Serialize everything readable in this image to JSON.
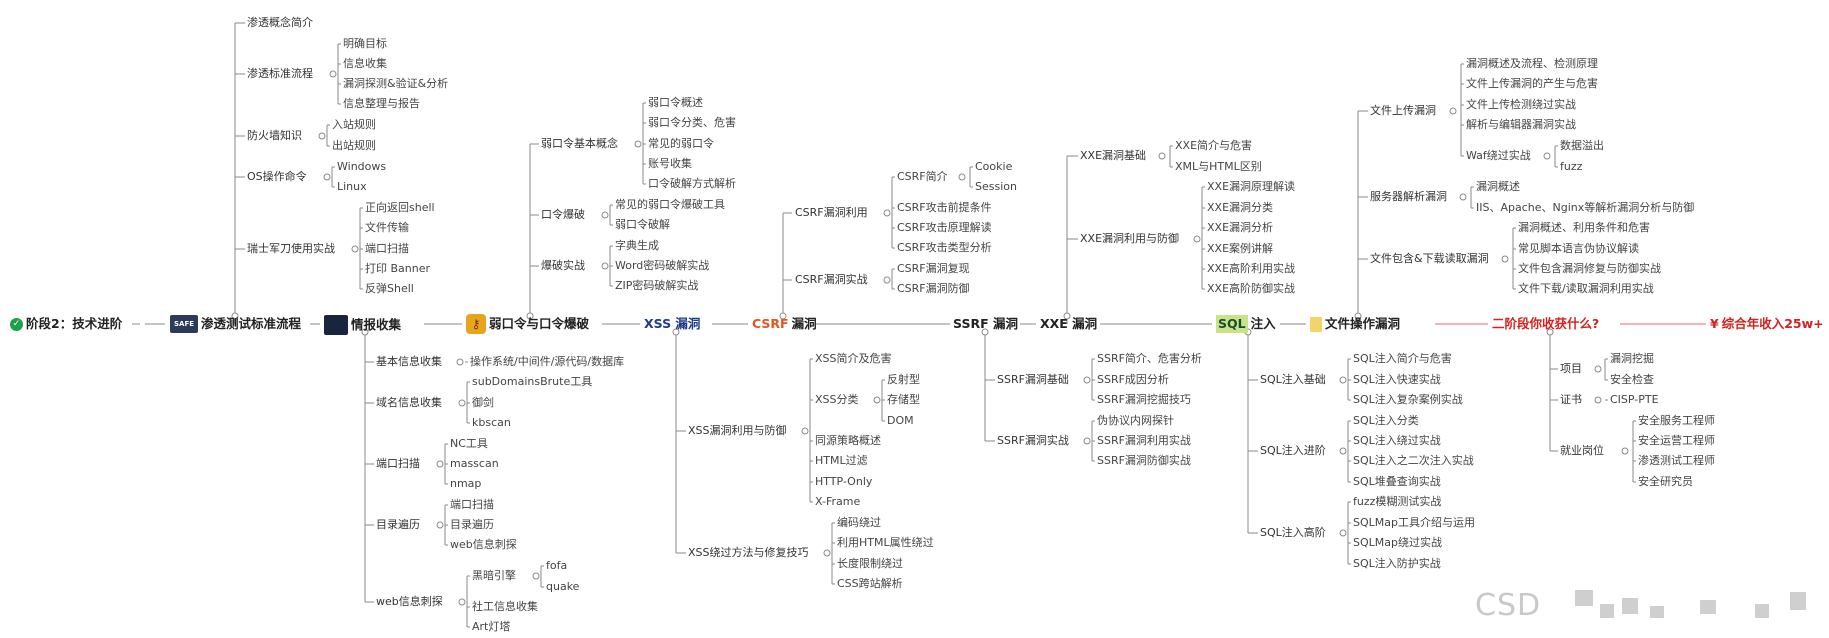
{
  "colors": {
    "link": "#8a8a8a",
    "main_text": "#222222",
    "accent_red": "#d4221e",
    "check_green": "#1aa34a"
  },
  "watermark": "CSD",
  "mindmap": {
    "root": "阶段2：技术进阶",
    "final": "综合年收入25w+",
    "modules": [
      {
        "id": "pentest",
        "label": "渗透测试标准流程",
        "icon": "safe-logo-icon",
        "icon_text": "SAFE",
        "branches": [
          {
            "label": "渗透概念简介",
            "children": []
          },
          {
            "label": "渗透标准流程",
            "children": [
              "明确目标",
              "信息收集",
              "漏洞探测&验证&分析",
              "信息整理与报告"
            ]
          },
          {
            "label": "防火墙知识",
            "children": [
              "入站规则",
              "出站规则"
            ]
          },
          {
            "label": "OS操作命令",
            "children": [
              "Windows",
              "Linux"
            ]
          },
          {
            "label": "瑞士军刀使用实战",
            "children": [
              "正向返回shell",
              "文件传输",
              "端口扫描",
              "打印 Banner",
              "反弹Shell"
            ]
          }
        ]
      },
      {
        "id": "recon",
        "label": "情报收集",
        "icon": "hacker-icon",
        "branches": [
          {
            "label": "基本信息收集",
            "children": [
              "操作系统/中间件/源代码/数据库"
            ]
          },
          {
            "label": "域名信息收集",
            "children": [
              "subDomainsBrute工具",
              "御剑",
              "kbscan"
            ]
          },
          {
            "label": "端口扫描",
            "children": [
              "NC工具",
              "masscan",
              "nmap"
            ]
          },
          {
            "label": "目录遍历",
            "children": [
              "端口扫描",
              "目录遍历",
              "web信息刺探"
            ]
          },
          {
            "label": "web信息刺探",
            "children": [
              "黑暗引擎",
              "社工信息收集",
              "Art灯塔"
            ],
            "sub": {
              "黑暗引擎": [
                "fofa",
                "quake"
              ]
            }
          }
        ]
      },
      {
        "id": "weakpwd",
        "label": "弱口令与口令爆破",
        "icon": "key-icon",
        "branches": [
          {
            "label": "弱口令基本概念",
            "children": [
              "弱口令概述",
              "弱口令分类、危害",
              "常见的弱口令",
              "账号收集",
              "口令破解方式解析"
            ]
          },
          {
            "label": "口令爆破",
            "children": [
              "常见的弱口令爆破工具",
              "弱口令破解"
            ]
          },
          {
            "label": "爆破实战",
            "children": [
              "字典生成",
              "Word密码破解实战",
              "ZIP密码破解实战"
            ]
          }
        ]
      },
      {
        "id": "xss",
        "label": "XSS 漏洞",
        "branches": [
          {
            "label": "XSS漏洞利用与防御",
            "children": [
              "XSS简介及危害",
              "XSS分类",
              "同源策略概述",
              "HTML过滤",
              "HTTP-Only",
              "X-Frame"
            ],
            "sub": {
              "XSS分类": [
                "反射型",
                "存储型",
                "DOM"
              ]
            }
          },
          {
            "label": "XSS绕过方法与修复技巧",
            "children": [
              "编码绕过",
              "利用HTML属性绕过",
              "长度限制绕过",
              "CSS跨站解析"
            ]
          }
        ]
      },
      {
        "id": "csrf",
        "label": "漏洞",
        "label_prefix": "CSRF",
        "branches": [
          {
            "label": "CSRF漏洞利用",
            "children": [
              "CSRF简介",
              "CSRF攻击前提条件",
              "CSRF攻击原理解读",
              "CSRF攻击类型分析"
            ],
            "sub": {
              "CSRF简介": [
                "Cookie",
                "Session"
              ]
            }
          },
          {
            "label": "CSRF漏洞实战",
            "children": [
              "CSRF漏洞复现",
              "CSRF漏洞防御"
            ]
          }
        ]
      },
      {
        "id": "ssrf",
        "label": "SSRF 漏洞",
        "branches": [
          {
            "label": "SSRF漏洞基础",
            "children": [
              "SSRF简介、危害分析",
              "SSRF成因分析",
              "SSRF漏洞挖掘技巧"
            ]
          },
          {
            "label": "SSRF漏洞实战",
            "children": [
              "伪协议内网探针",
              "SSRF漏洞利用实战",
              "SSRF漏洞防御实战"
            ]
          }
        ]
      },
      {
        "id": "xxe",
        "label": "XXE 漏洞",
        "branches": [
          {
            "label": "XXE漏洞基础",
            "children": [
              "XXE简介与危害",
              "XML与HTML区别"
            ]
          },
          {
            "label": "XXE漏洞利用与防御",
            "children": [
              "XXE漏洞原理解读",
              "XXE漏洞分类",
              "XXE漏洞分析",
              "XXE案例讲解",
              "XXE高阶利用实战",
              "XXE高阶防御实战"
            ]
          }
        ]
      },
      {
        "id": "sql",
        "label": "注入",
        "label_prefix": "SQL",
        "branches": [
          {
            "label": "SQL注入基础",
            "children": [
              "SQL注入简介与危害",
              "SQL注入快速实战",
              "SQL注入复杂案例实战"
            ]
          },
          {
            "label": "SQL注入进阶",
            "children": [
              "SQL注入分类",
              "SQL注入绕过实战",
              "SQL注入之二次注入实战",
              "SQL堆叠查询实战"
            ]
          },
          {
            "label": "SQL注入高阶",
            "children": [
              "fuzz模糊测试实战",
              "SQLMap工具介绍与运用",
              "SQLMap绕过实战",
              "SQL注入防护实战"
            ]
          }
        ]
      },
      {
        "id": "file",
        "label": "文件操作漏洞",
        "icon": "file-icon",
        "branches": [
          {
            "label": "文件上传漏洞",
            "children": [
              "漏洞概述及流程、检测原理",
              "文件上传漏洞的产生与危害",
              "文件上传检测绕过实战",
              "解析与编辑器漏洞实战",
              "Waf绕过实战"
            ],
            "sub": {
              "Waf绕过实战": [
                "数据溢出",
                "fuzz"
              ]
            }
          },
          {
            "label": "服务器解析漏洞",
            "children": [
              "漏洞概述",
              "IIS、Apache、Nginx等解析漏洞分析与防御"
            ]
          },
          {
            "label": "文件包含&下载读取漏洞",
            "children": [
              "漏洞概述、利用条件和危害",
              "常见脚本语言伪协议解读",
              "文件包含漏洞修复与防御实战",
              "文件下载/读取漏洞利用实战"
            ]
          }
        ]
      },
      {
        "id": "gain",
        "label": "二阶段你收获什么?",
        "branches": [
          {
            "label": "项目",
            "children": [
              "漏洞挖掘",
              "安全检查"
            ]
          },
          {
            "label": "证书",
            "children": [
              "CISP-PTE"
            ]
          },
          {
            "label": "就业岗位",
            "children": [
              "安全服务工程师",
              "安全运营工程师",
              "渗透测试工程师",
              "安全研究员"
            ]
          }
        ]
      }
    ]
  }
}
